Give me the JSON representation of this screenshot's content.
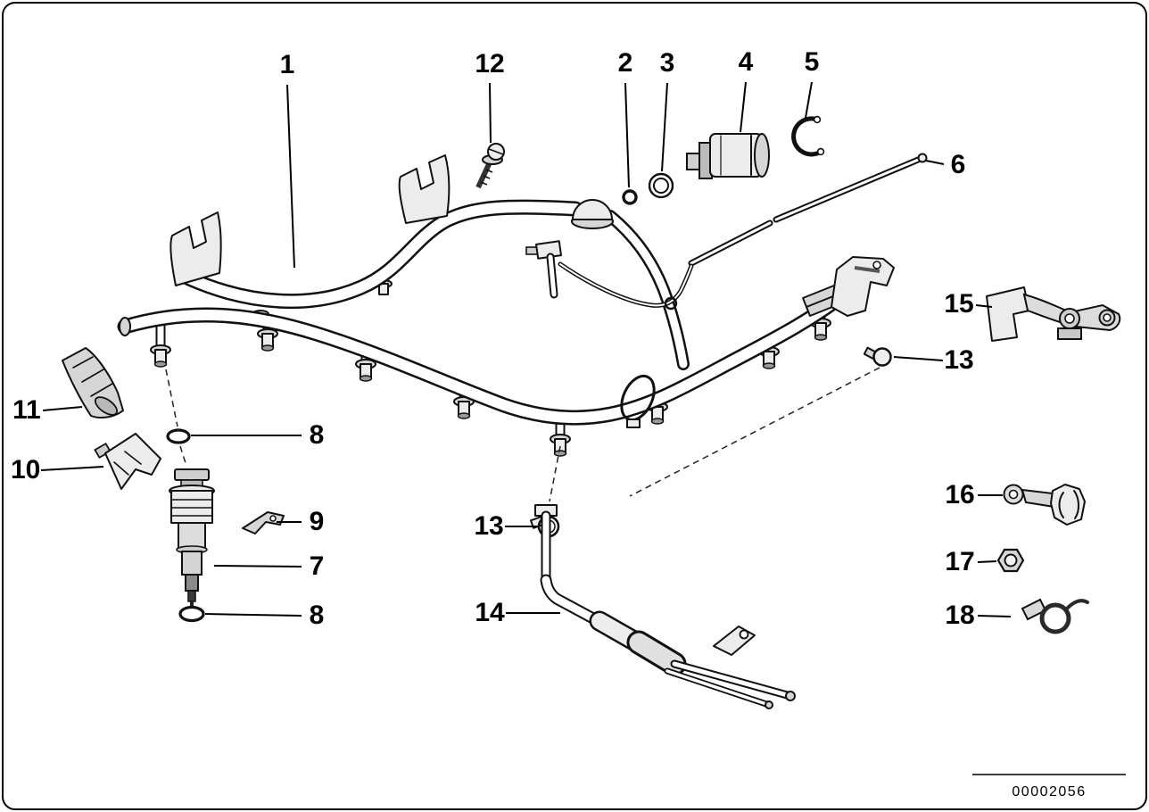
{
  "callouts": [
    {
      "id": "pos-1",
      "label": "1"
    },
    {
      "id": "pos-12",
      "label": "12"
    },
    {
      "id": "pos-2",
      "label": "2"
    },
    {
      "id": "pos-3",
      "label": "3"
    },
    {
      "id": "pos-4",
      "label": "4"
    },
    {
      "id": "pos-5",
      "label": "5"
    },
    {
      "id": "pos-6",
      "label": "6"
    },
    {
      "id": "pos-15",
      "label": "15"
    },
    {
      "id": "pos-13-right",
      "label": "13"
    },
    {
      "id": "pos-11",
      "label": "11"
    },
    {
      "id": "pos-10",
      "label": "10"
    },
    {
      "id": "pos-8-upper",
      "label": "8"
    },
    {
      "id": "pos-9",
      "label": "9"
    },
    {
      "id": "pos-7",
      "label": "7"
    },
    {
      "id": "pos-8-lower",
      "label": "8"
    },
    {
      "id": "pos-13-mid",
      "label": "13"
    },
    {
      "id": "pos-14",
      "label": "14"
    },
    {
      "id": "pos-16",
      "label": "16"
    },
    {
      "id": "pos-17",
      "label": "17"
    },
    {
      "id": "pos-18",
      "label": "18"
    }
  ],
  "footer": {
    "part_number": "00002056"
  },
  "colors": {
    "line": "#111111",
    "fill_light": "#ececec",
    "fill_mid": "#d6d6d6",
    "background": "#ffffff"
  }
}
